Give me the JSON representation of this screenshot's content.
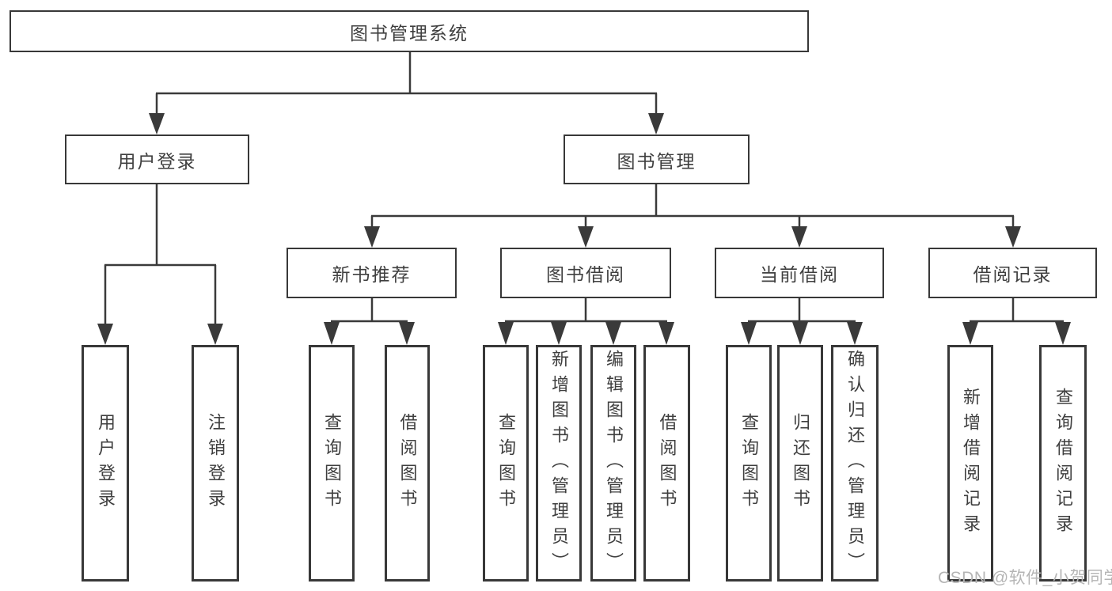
{
  "diagram": {
    "root": {
      "label": "图书管理系统"
    },
    "branches": [
      {
        "label": "用户登录",
        "children": [
          {
            "label": "用户登录"
          },
          {
            "label": "注销登录"
          }
        ]
      },
      {
        "label": "图书管理",
        "children": [
          {
            "label": "新书推荐",
            "children": [
              {
                "label": "查询图书"
              },
              {
                "label": "借阅图书"
              }
            ]
          },
          {
            "label": "图书借阅",
            "children": [
              {
                "label": "查询图书"
              },
              {
                "label": "新增图书（管理员）"
              },
              {
                "label": "编辑图书（管理员）"
              },
              {
                "label": "借阅图书"
              }
            ]
          },
          {
            "label": "当前借阅",
            "children": [
              {
                "label": "查询图书"
              },
              {
                "label": "归还图书"
              },
              {
                "label": "确认归还（管理员）"
              }
            ]
          },
          {
            "label": "借阅记录",
            "children": [
              {
                "label": "新增借阅记录"
              },
              {
                "label": "查询借阅记录"
              }
            ]
          }
        ]
      }
    ]
  },
  "watermark": {
    "text": "CSDN @软件_小贺同学"
  },
  "colors": {
    "line": "#3a3a3a",
    "box_border": "#383838",
    "box_fill": "#ffffff",
    "text": "#3f3f3f",
    "watermark": "#b5b5b5",
    "background": "#ffffff"
  }
}
